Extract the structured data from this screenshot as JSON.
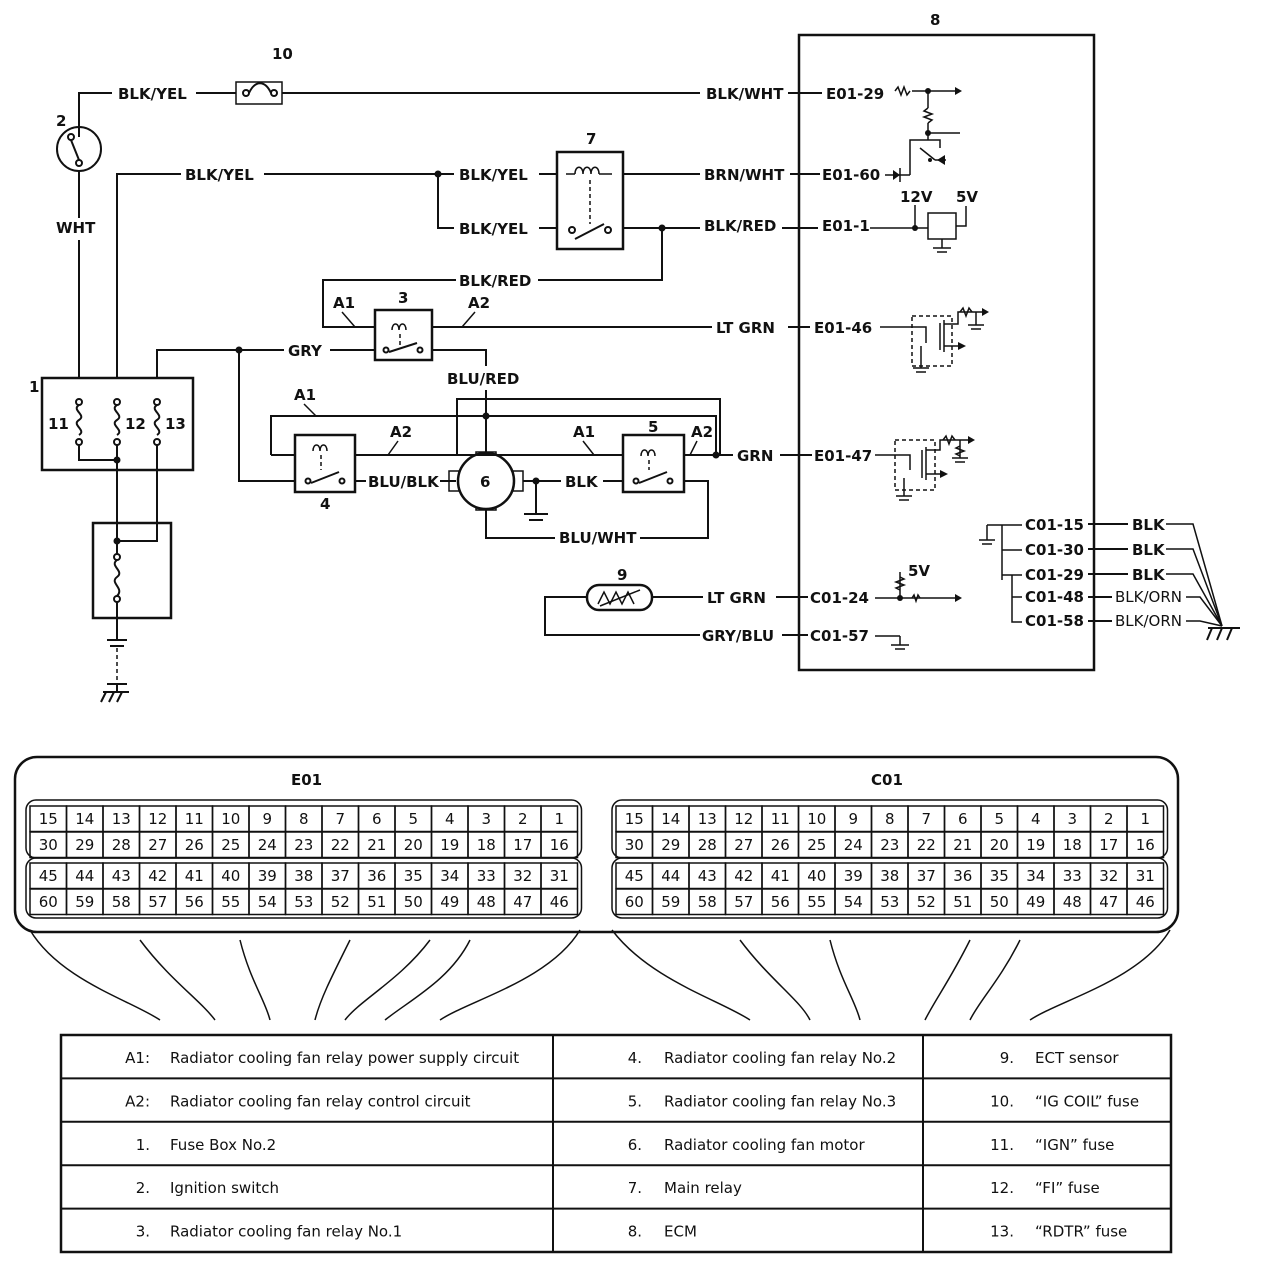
{
  "components": {
    "c1": "1",
    "c2": "2",
    "c3": "3",
    "c4": "4",
    "c5": "5",
    "c6": "6",
    "c7": "7",
    "c8": "8",
    "c9": "9",
    "c10": "10",
    "c11": "11",
    "c12": "12",
    "c13": "13"
  },
  "wires": {
    "blk_yel": "BLK/YEL",
    "blk_wht": "BLK/WHT",
    "wht": "WHT",
    "brn_wht": "BRN/WHT",
    "blk_red": "BLK/RED",
    "gry": "GRY",
    "lt_grn": "LT GRN",
    "blu_red": "BLU/RED",
    "blu_blk": "BLU/BLK",
    "blk": "BLK",
    "grn": "GRN",
    "blu_wht": "BLU/WHT",
    "gry_blu": "GRY/BLU",
    "blk_orn": "BLK/ORN"
  },
  "circuits": {
    "a1": "A1",
    "a2": "A2"
  },
  "voltages": {
    "v12": "12V",
    "v5": "5V"
  },
  "terminals": {
    "e01_29": "E01-29",
    "e01_60": "E01-60",
    "e01_1": "E01-1",
    "e01_46": "E01-46",
    "e01_47": "E01-47",
    "c01_15": "C01-15",
    "c01_30": "C01-30",
    "c01_29": "C01-29",
    "c01_48": "C01-48",
    "c01_58": "C01-58",
    "c01_24": "C01-24",
    "c01_57": "C01-57"
  },
  "connectors": {
    "e01": "E01",
    "c01": "C01",
    "rows": [
      [
        "15",
        "14",
        "13",
        "12",
        "11",
        "10",
        "9",
        "8",
        "7",
        "6",
        "5",
        "4",
        "3",
        "2",
        "1"
      ],
      [
        "30",
        "29",
        "28",
        "27",
        "26",
        "25",
        "24",
        "23",
        "22",
        "21",
        "20",
        "19",
        "18",
        "17",
        "16"
      ],
      [
        "45",
        "44",
        "43",
        "42",
        "41",
        "40",
        "39",
        "38",
        "37",
        "36",
        "35",
        "34",
        "33",
        "32",
        "31"
      ],
      [
        "60",
        "59",
        "58",
        "57",
        "56",
        "55",
        "54",
        "53",
        "52",
        "51",
        "50",
        "49",
        "48",
        "47",
        "46"
      ]
    ]
  },
  "legend": {
    "col1": [
      {
        "key": "A1:",
        "text": "Radiator cooling fan relay power supply circuit"
      },
      {
        "key": "A2:",
        "text": "Radiator cooling fan relay control circuit"
      },
      {
        "key": "1.",
        "text": "Fuse Box No.2"
      },
      {
        "key": "2.",
        "text": "Ignition switch"
      },
      {
        "key": "3.",
        "text": "Radiator cooling fan relay No.1"
      }
    ],
    "col2": [
      {
        "key": "4.",
        "text": "Radiator cooling fan relay No.2"
      },
      {
        "key": "5.",
        "text": "Radiator cooling fan relay No.3"
      },
      {
        "key": "6.",
        "text": "Radiator cooling fan motor"
      },
      {
        "key": "7.",
        "text": "Main relay"
      },
      {
        "key": "8.",
        "text": "ECM"
      }
    ],
    "col3": [
      {
        "key": "9.",
        "text": "ECT sensor"
      },
      {
        "key": "10.",
        "text": "“IG COIL” fuse"
      },
      {
        "key": "11.",
        "text": "“IGN” fuse"
      },
      {
        "key": "12.",
        "text": "“FI” fuse"
      },
      {
        "key": "13.",
        "text": "“RDTR” fuse"
      }
    ]
  }
}
